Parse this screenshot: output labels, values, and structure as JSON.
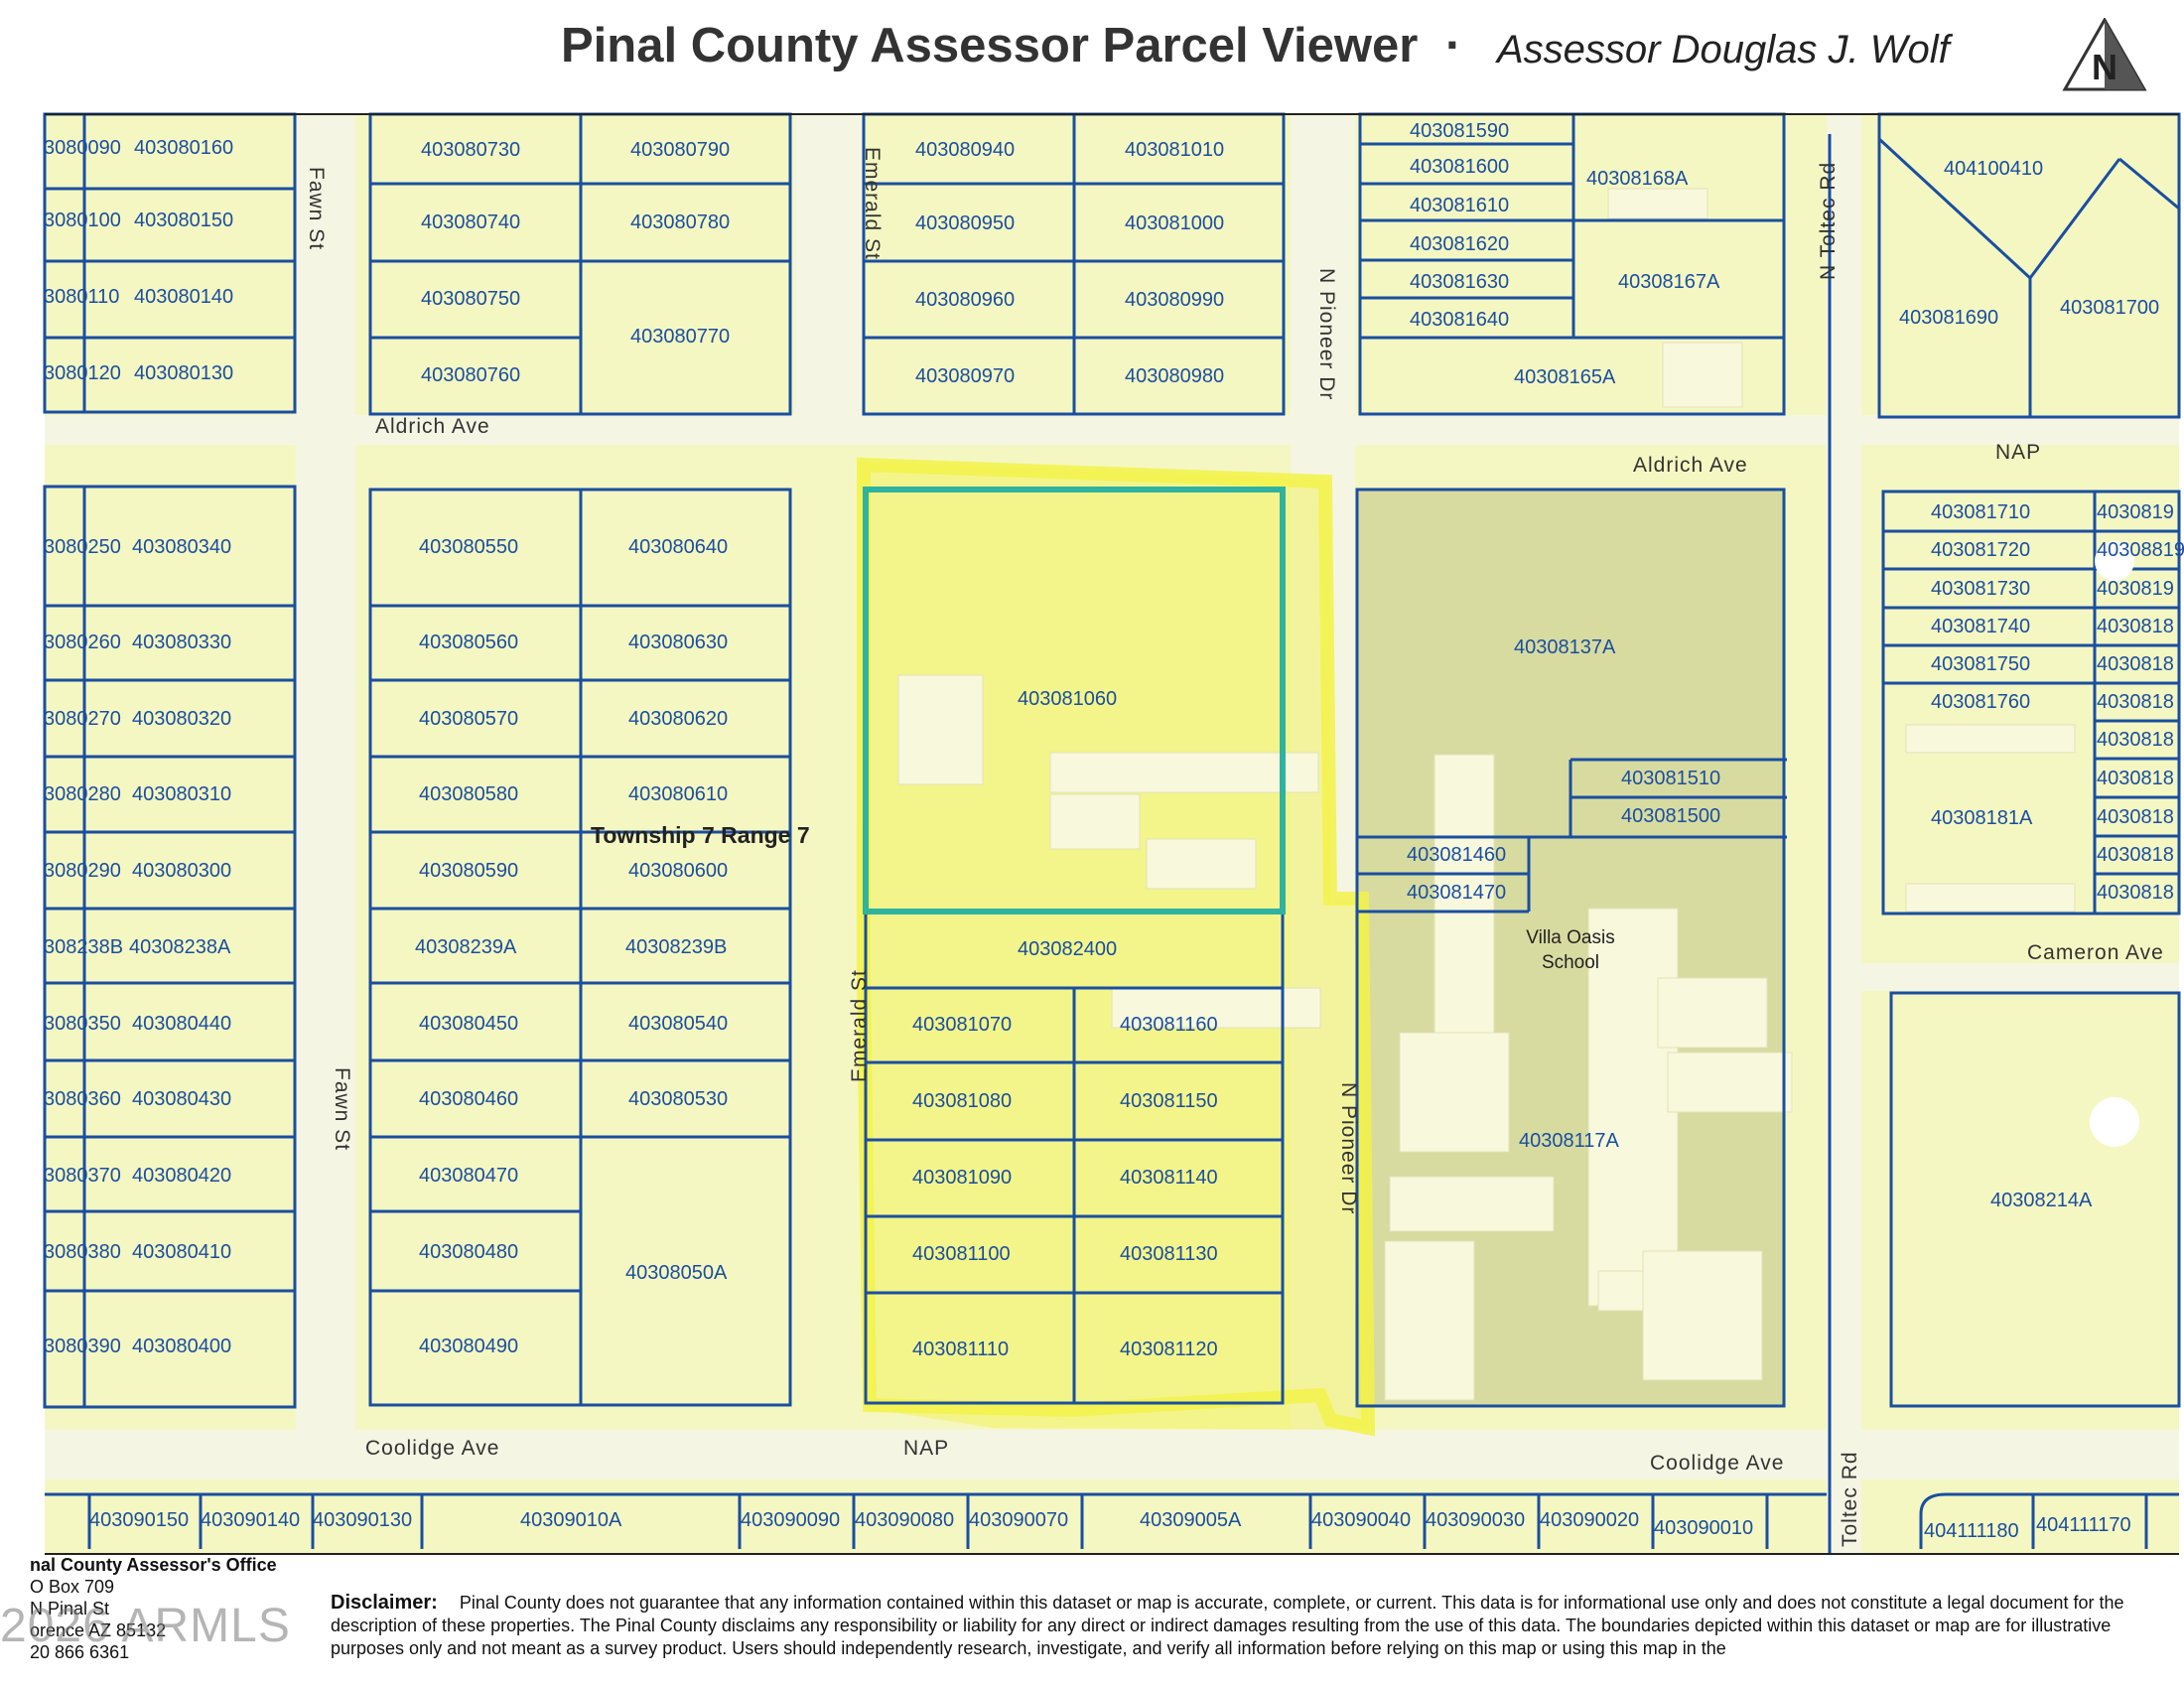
{
  "header": {
    "title": "Pinal County Assessor Parcel Viewer",
    "separator": "·",
    "subtitle": "Assessor Douglas J. Wolf",
    "north_label": "N"
  },
  "colors": {
    "parcel_fill": "#f5f7c2",
    "parcel_line": "#1a4fa0",
    "school_fill": "#d8dba0",
    "highlight": "#f2f24a",
    "selected_outline": "#2fb3a0",
    "building": "#f8f8dc",
    "road": "#f4f4e6"
  },
  "streets": {
    "fawn_st": "Fawn St",
    "emerald_st": "Emerald St",
    "n_pioneer_dr": "N Pioneer Dr",
    "n_toltec_rd": "N Toltec Rd",
    "toltec_rd": "Toltec Rd",
    "aldrich_ave": "Aldrich Ave",
    "coolidge_ave": "Coolidge Ave",
    "cameron_ave": "Cameron Ave",
    "nap": "NAP"
  },
  "map_labels": {
    "township": "Township 7 Range 7",
    "school_name": "Villa Oasis",
    "school_word": "School"
  },
  "parcels": {
    "p080090": "3080090",
    "p080160": "403080160",
    "p080100": "3080100",
    "p080150": "403080150",
    "p080110": "3080110",
    "p080140": "403080140",
    "p080120": "3080120",
    "p080130": "403080130",
    "p080730": "403080730",
    "p080790": "403080790",
    "p080740": "403080740",
    "p080780": "403080780",
    "p080750": "403080750",
    "p080770": "403080770",
    "p080760": "403080760",
    "p080940": "403080940",
    "p081010": "403081010",
    "p080950": "403080950",
    "p081000": "403081000",
    "p080960": "403080960",
    "p080990": "403080990",
    "p080970": "403080970",
    "p080980": "403080980",
    "p081590": "403081590",
    "p081600": "403081600",
    "p081610": "403081610",
    "p081620": "403081620",
    "p081630": "403081630",
    "p081640": "403081640",
    "p168A": "40308168A",
    "p167A": "40308167A",
    "p165A": "40308165A",
    "p100410": "404100410",
    "p081690": "403081690",
    "p081700": "403081700",
    "p080250": "3080250",
    "p080340": "403080340",
    "p080260": "3080260",
    "p080330": "403080330",
    "p080270": "3080270",
    "p080320": "403080320",
    "p080280": "3080280",
    "p080310": "403080310",
    "p080290": "3080290",
    "p080300": "403080300",
    "p238B": "308238B",
    "p238A": "40308238A",
    "p080350": "3080350",
    "p080440": "403080440",
    "p080360": "3080360",
    "p080430": "403080430",
    "p080370": "3080370",
    "p080420": "403080420",
    "p080380": "3080380",
    "p080410": "403080410",
    "p080390": "3080390",
    "p080400": "403080400",
    "p080550": "403080550",
    "p080640": "403080640",
    "p080560": "403080560",
    "p080630": "403080630",
    "p080570": "403080570",
    "p080620": "403080620",
    "p080580": "403080580",
    "p080610": "403080610",
    "p080590": "403080590",
    "p080600": "403080600",
    "p239A": "40308239A",
    "p239B": "40308239B",
    "p080450": "403080450",
    "p080540": "403080540",
    "p080460": "403080460",
    "p080530": "403080530",
    "p080470": "403080470",
    "p050A": "40308050A",
    "p080480": "403080480",
    "p080490": "403080490",
    "p081060": "403081060",
    "p082400": "403082400",
    "p081070": "403081070",
    "p081160": "403081160",
    "p081080": "403081080",
    "p081150": "403081150",
    "p081090": "403081090",
    "p081140": "403081140",
    "p081100": "403081100",
    "p081130": "403081130",
    "p081110": "403081110",
    "p081120": "403081120",
    "p137A": "40308137A",
    "p081510": "403081510",
    "p081500": "403081500",
    "p081460": "403081460",
    "p081470": "403081470",
    "p117A": "40308117A",
    "p081710": "403081710",
    "p081720": "403081720",
    "p081730": "403081730",
    "p081740": "403081740",
    "p081750": "403081750",
    "p081760": "403081760",
    "p181A": "40308181A",
    "r1": "4030819",
    "r2": "40308819",
    "r3": "4030819",
    "r4": "4030818",
    "r5": "4030818",
    "r6": "4030818",
    "r7": "4030818",
    "r8": "4030818",
    "r9": "4030818",
    "r10": "4030818",
    "r11": "4030818",
    "p214A": "40308214A",
    "b090150": "403090150",
    "b090140": "403090140",
    "b090130": "403090130",
    "b010A": "40309010A",
    "b090090": "403090090",
    "b090080": "403090080",
    "b090070": "403090070",
    "b005A": "40309005A",
    "b090040": "403090040",
    "b090030": "403090030",
    "b090020": "403090020",
    "b090010": "403090010",
    "b111180": "404111180",
    "b111170": "404111170"
  },
  "footer": {
    "office_lines": [
      "nal County Assessor's Office",
      "O Box 709",
      "N Pinal St",
      "orence AZ 85132",
      "20 866 6361"
    ],
    "watermark": "2026 ARMLS",
    "disclaimer_label": "Disclaimer:",
    "disclaimer_text": "Pinal County does not guarantee that any information contained within this dataset or map is accurate, complete, or current. This data is for informational use only and does not constitute a legal document for the description of these properties. The Pinal County disclaims any responsibility or liability for any direct or indirect damages resulting from the use of this data. The boundaries depicted within this dataset or map are for illustrative purposes only and not meant as a survey product. Users should independently research, investigate, and verify all information before relying on this map or using this map in the"
  }
}
